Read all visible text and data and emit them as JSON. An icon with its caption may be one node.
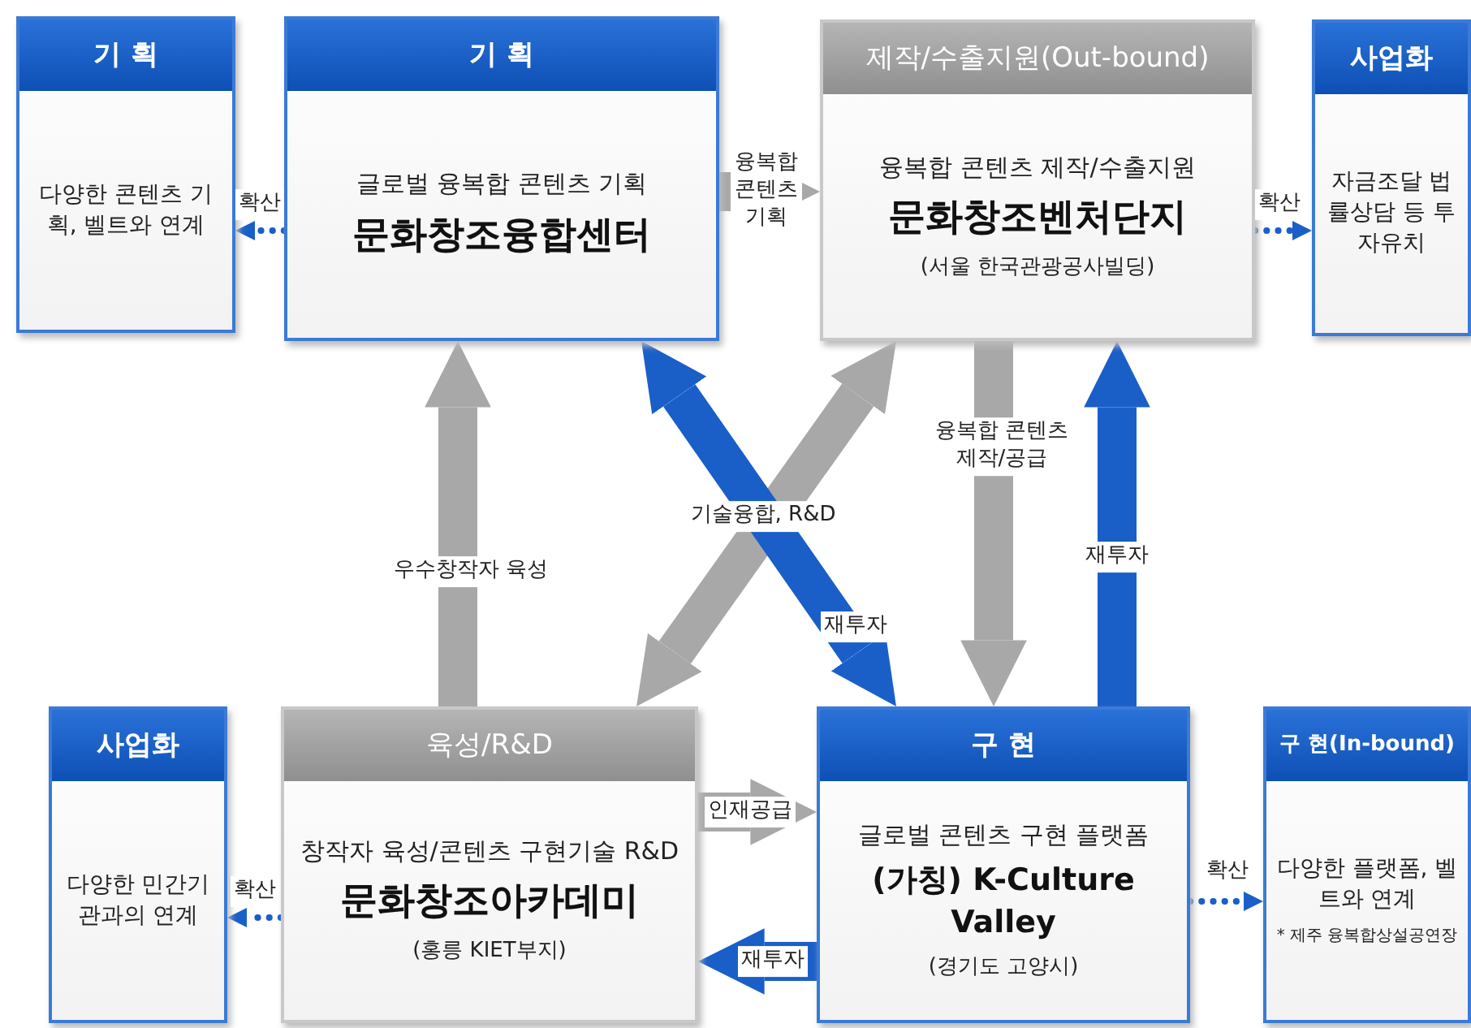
{
  "diagram": {
    "nodes": [
      {
        "text": [
          "기 획",
          "다양한 콘텐츠 기획, 벨트와 연계"
        ]
      },
      {
        "text": [
          "기 획",
          "글로벌 융복합 콘텐츠 기획",
          "문화창조융합센터"
        ]
      },
      {
        "text": [
          "제작/수출지원(Out-bound)",
          "융복합 콘텐츠 제작/수출지원",
          "문화창조벤처단지",
          "(서울 한국관광공사빌딩)"
        ]
      },
      {
        "text": [
          "사업화",
          "자금조달 법률상담 등 투자유치"
        ]
      },
      {
        "text": [
          "사업화",
          "다양한 민간기관과의 연계"
        ]
      },
      {
        "text": [
          "육성/R&D",
          "창작자 육성/콘텐츠 구현기술 R&D",
          "문화창조아카데미",
          "(홍릉 KIET부지)"
        ]
      },
      {
        "text": [
          "구 현",
          "글로벌 콘텐츠 구현 플랫폼",
          "(가칭) K-Culture Valley",
          "(경기도 고양시)"
        ]
      },
      {
        "text": [
          "구 현(In-bound)",
          "다양한 플랫폼, 벨트와 연계",
          "* 제주 융복합상설공연장"
        ]
      }
    ],
    "edges": [
      {
        "from": 1,
        "to": 0,
        "arrow": "to",
        "label": "확산",
        "style": "dashed",
        "color": "#1a5fc8"
      },
      {
        "from": 1,
        "to": 2,
        "arrow": "to",
        "label": "융복합 콘텐츠 기획",
        "color": "#a8a8a8"
      },
      {
        "from": 2,
        "to": 3,
        "arrow": "to",
        "label": "확산",
        "style": "dashed",
        "color": "#1a5fc8"
      },
      {
        "from": 5,
        "to": 1,
        "arrow": "to",
        "label": "우수창작자 육성",
        "color": "#a8a8a8"
      },
      {
        "from": 5,
        "to": 2,
        "arrow": "both",
        "label": "기술융합, R&D",
        "color": "#a8a8a8"
      },
      {
        "from": 1,
        "to": 6,
        "arrow": "both",
        "label": "재투자",
        "color": "#1a5fc8"
      },
      {
        "from": 2,
        "to": 6,
        "arrow": "to",
        "label": "융복합 콘텐츠 제작/공급",
        "color": "#a8a8a8"
      },
      {
        "from": 6,
        "to": 2,
        "arrow": "to",
        "label": "재투자",
        "color": "#1a5fc8"
      },
      {
        "from": 5,
        "to": 6,
        "arrow": "to",
        "label": "인재공급",
        "color": "#a8a8a8"
      },
      {
        "from": 6,
        "to": 5,
        "arrow": "to",
        "label": "재투자",
        "color": "#1a5fc8"
      },
      {
        "from": 5,
        "to": 4,
        "arrow": "to",
        "label": "확산",
        "style": "dashed",
        "color": "#1a5fc8"
      },
      {
        "from": 6,
        "to": 7,
        "arrow": "to",
        "label": "확산",
        "style": "dashed",
        "color": "#1a5fc8"
      }
    ]
  }
}
